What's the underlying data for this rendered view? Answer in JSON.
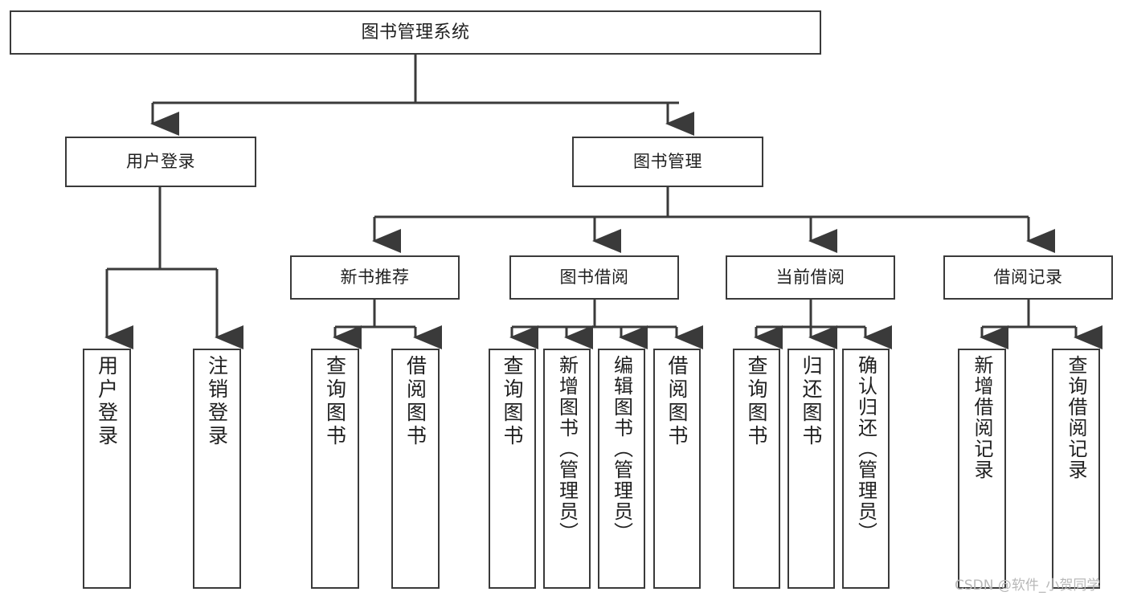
{
  "diagram": {
    "type": "tree-hierarchy",
    "title": "图书管理系统",
    "background_color": "#ffffff",
    "stroke_color": "#3a3a3a",
    "text_color": "#1f1f1f",
    "watermark": "CSDN @软件_小贺同学"
  },
  "nodes": {
    "root": {
      "label": "图书管理系统"
    },
    "level1": [
      {
        "id": "user-login",
        "label": "用户登录"
      },
      {
        "id": "book-manage",
        "label": "图书管理"
      }
    ],
    "level2": [
      {
        "id": "new-book-recommend",
        "label": "新书推荐"
      },
      {
        "id": "book-borrow",
        "label": "图书借阅"
      },
      {
        "id": "current-borrow",
        "label": "当前借阅"
      },
      {
        "id": "borrow-record",
        "label": "借阅记录"
      }
    ],
    "leaves": {
      "user_login": [
        {
          "id": "leaf-user-login",
          "label": "用户登录"
        },
        {
          "id": "leaf-logout-login",
          "label": "注销登录"
        }
      ],
      "new_book_recommend": [
        {
          "id": "leaf-query-book-1",
          "label": "查询图书"
        },
        {
          "id": "leaf-borrow-book-1",
          "label": "借阅图书"
        }
      ],
      "book_borrow": [
        {
          "id": "leaf-query-book-2",
          "label": "查询图书"
        },
        {
          "id": "leaf-add-book",
          "label": "新增图书（管理员）"
        },
        {
          "id": "leaf-edit-book",
          "label": "编辑图书（管理员）"
        },
        {
          "id": "leaf-borrow-book-2",
          "label": "借阅图书"
        }
      ],
      "current_borrow": [
        {
          "id": "leaf-query-book-3",
          "label": "查询图书"
        },
        {
          "id": "leaf-return-book",
          "label": "归还图书"
        },
        {
          "id": "leaf-confirm-return",
          "label": "确认归还（管理员）"
        }
      ],
      "borrow_record": [
        {
          "id": "leaf-add-record",
          "label": "新增借阅记录"
        },
        {
          "id": "leaf-query-record",
          "label": "查询借阅记录"
        }
      ]
    }
  }
}
